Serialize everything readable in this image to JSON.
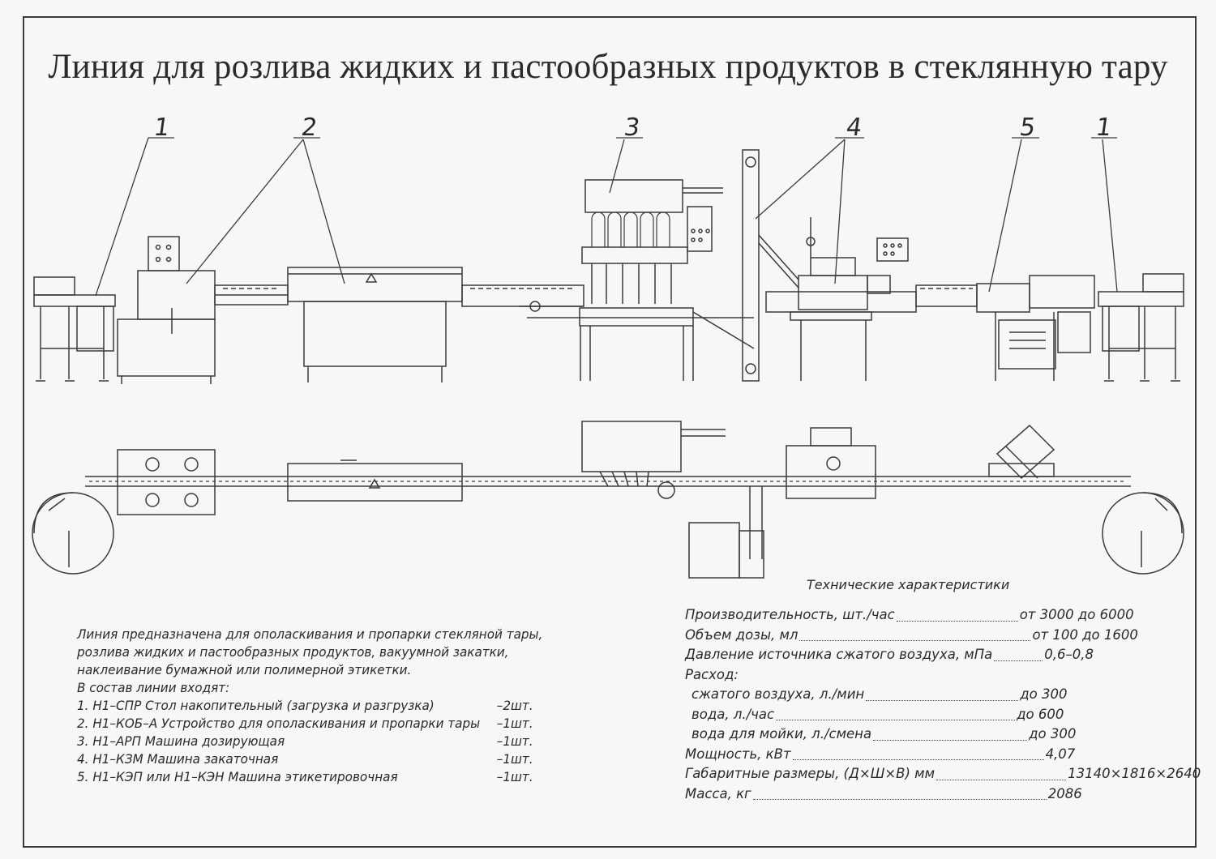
{
  "title": "Линия для розлива жидких и пастообразных продуктов в стеклянную тару",
  "callouts": [
    "1",
    "2",
    "3",
    "4",
    "5",
    "1"
  ],
  "description": {
    "lines": [
      "Линия предназначена для ополаскивания и пропарки стекляной тары,",
      "розлива жидких и пастообразных продуктов, вакуумной закатки,",
      "наклеивание бумажной или полимерной этикетки.",
      "В состав линии входят:"
    ],
    "components": [
      {
        "name": "1. Н1–СПР Стол накопительный (загрузка и разгрузка)",
        "qty": "–2шт."
      },
      {
        "name": "2. Н1–КОБ–А Устройство для ополаскивания и пропарки тары",
        "qty": "–1шт."
      },
      {
        "name": "3. Н1–АРП Машина дозирующая",
        "qty": "–1шт."
      },
      {
        "name": "4. Н1–КЗМ Машина закаточная",
        "qty": "–1шт."
      },
      {
        "name": "5. Н1–КЭП или Н1–КЭН Машина этикетировочная",
        "qty": "–1шт."
      }
    ]
  },
  "specs": {
    "title": "Технические характеристики",
    "rows": [
      {
        "label": "Производительность, шт./час",
        "value": "от 3000 до 6000",
        "indent": false
      },
      {
        "label": "Объем дозы, мл",
        "value": "от 100 до 1600",
        "indent": false
      },
      {
        "label": "Давление источника сжатого воздуха, мПа",
        "value": "0,6–0,8",
        "indent": false
      },
      {
        "label": "Расход:",
        "value": "",
        "indent": false
      },
      {
        "label": "сжатого воздуха, л./мин",
        "value": "до 300",
        "indent": true
      },
      {
        "label": "вода, л./час",
        "value": "до 600",
        "indent": true
      },
      {
        "label": "вода для мойки, л./смена",
        "value": "до 300",
        "indent": true
      },
      {
        "label": "Мощность, кВт",
        "value": "4,07",
        "indent": false
      },
      {
        "label": "Габаритные размеры, (Д×Ш×В) мм",
        "value": "13140×1816×2640",
        "indent": false
      },
      {
        "label": "Масса, кг",
        "value": "2086",
        "indent": false
      }
    ]
  }
}
